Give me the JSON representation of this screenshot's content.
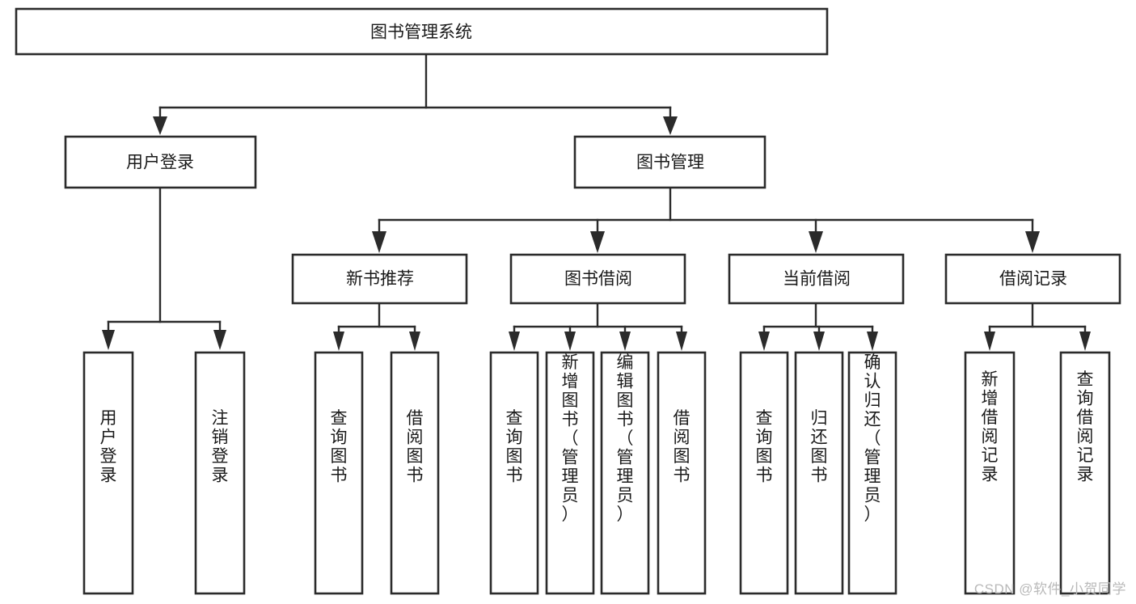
{
  "diagram": {
    "type": "tree-hierarchy",
    "title": "图书管理系统",
    "watermark": "CSDN @软件_小贺同学",
    "colors": {
      "box_stroke": "#2b2b2b",
      "box_fill": "#ffffff",
      "connector": "#2b2b2b",
      "text": "#1a1a1a",
      "watermark": "#b9b9b9",
      "background": "#ffffff"
    },
    "levels": [
      {
        "level": 0,
        "nodes": [
          {
            "id": "root",
            "label": "图书管理系统",
            "orientation": "horizontal"
          }
        ]
      },
      {
        "level": 1,
        "nodes": [
          {
            "id": "user-login",
            "label": "用户登录",
            "orientation": "horizontal",
            "parent": "root"
          },
          {
            "id": "book-management",
            "label": "图书管理",
            "orientation": "horizontal",
            "parent": "root"
          }
        ]
      },
      {
        "level": 2,
        "nodes": [
          {
            "id": "new-book-recommend",
            "label": "新书推荐",
            "orientation": "horizontal",
            "parent": "book-management"
          },
          {
            "id": "book-borrow",
            "label": "图书借阅",
            "orientation": "horizontal",
            "parent": "book-management"
          },
          {
            "id": "current-borrow",
            "label": "当前借阅",
            "orientation": "horizontal",
            "parent": "book-management"
          },
          {
            "id": "borrow-record",
            "label": "借阅记录",
            "orientation": "horizontal",
            "parent": "book-management"
          }
        ]
      },
      {
        "level": 3,
        "nodes": [
          {
            "id": "leaf-user-login",
            "label": "用户登录",
            "orientation": "vertical",
            "parent": "user-login"
          },
          {
            "id": "leaf-logout-login",
            "label": "注销登录",
            "orientation": "vertical",
            "parent": "user-login"
          },
          {
            "id": "leaf-query-book-1",
            "label": "查询图书",
            "orientation": "vertical",
            "parent": "new-book-recommend"
          },
          {
            "id": "leaf-borrow-book-1",
            "label": "借阅图书",
            "orientation": "vertical",
            "parent": "new-book-recommend"
          },
          {
            "id": "leaf-query-book-2",
            "label": "查询图书",
            "orientation": "vertical",
            "parent": "book-borrow"
          },
          {
            "id": "leaf-add-book-admin",
            "label": "新增图书（管理员）",
            "orientation": "vertical",
            "parent": "book-borrow"
          },
          {
            "id": "leaf-edit-book-admin",
            "label": "编辑图书（管理员）",
            "orientation": "vertical",
            "parent": "book-borrow"
          },
          {
            "id": "leaf-borrow-book-2",
            "label": "借阅图书",
            "orientation": "vertical",
            "parent": "book-borrow"
          },
          {
            "id": "leaf-query-book-3",
            "label": "查询图书",
            "orientation": "vertical",
            "parent": "current-borrow"
          },
          {
            "id": "leaf-return-book",
            "label": "归还图书",
            "orientation": "vertical",
            "parent": "current-borrow"
          },
          {
            "id": "leaf-confirm-return-admin",
            "label": "确认归还（管理员）",
            "orientation": "vertical",
            "parent": "current-borrow"
          },
          {
            "id": "leaf-add-borrow-record",
            "label": "新增借阅记录",
            "orientation": "vertical",
            "parent": "borrow-record"
          },
          {
            "id": "leaf-query-borrow-record",
            "label": "查询借阅记录",
            "orientation": "vertical",
            "parent": "borrow-record"
          }
        ]
      }
    ]
  }
}
